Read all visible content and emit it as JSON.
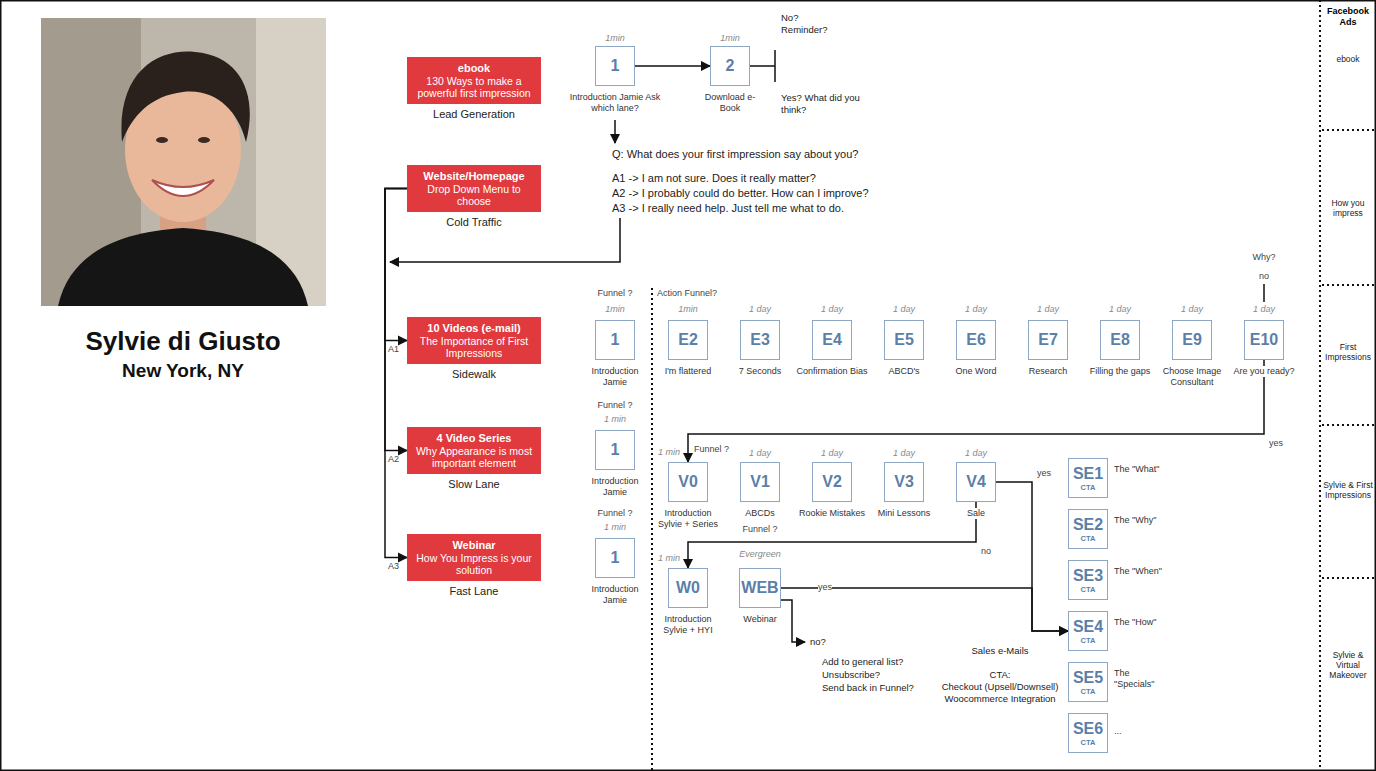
{
  "diagram": {
    "nodes": [
      {
        "text": [
          "ebook",
          "130 Ways to make a powerful first impression"
        ]
      },
      {
        "text": [
          "1"
        ]
      },
      {
        "text": [
          "2"
        ]
      },
      {
        "text": [
          "Website/Homepage",
          "Drop Down Menu to choose"
        ]
      },
      {
        "text": [
          "10 Videos (e-mail)",
          "The Importance of First Impressions"
        ]
      },
      {
        "text": [
          "1"
        ]
      },
      {
        "text": [
          "E2"
        ]
      },
      {
        "text": [
          "E3"
        ]
      },
      {
        "text": [
          "E4"
        ]
      },
      {
        "text": [
          "E5"
        ]
      },
      {
        "text": [
          "E6"
        ]
      },
      {
        "text": [
          "E7"
        ]
      },
      {
        "text": [
          "E8"
        ]
      },
      {
        "text": [
          "E9"
        ]
      },
      {
        "text": [
          "E10"
        ]
      },
      {
        "text": [
          "4 Video Series",
          "Why Appearance is most important element"
        ]
      },
      {
        "text": [
          "1"
        ]
      },
      {
        "text": [
          "V0"
        ]
      },
      {
        "text": [
          "V1"
        ]
      },
      {
        "text": [
          "V2"
        ]
      },
      {
        "text": [
          "V3"
        ]
      },
      {
        "text": [
          "V4"
        ]
      },
      {
        "text": [
          "SE1",
          "CTA"
        ]
      },
      {
        "text": [
          "SE2",
          "CTA"
        ]
      },
      {
        "text": [
          "SE3",
          "CTA"
        ]
      },
      {
        "text": [
          "SE4",
          "CTA"
        ]
      },
      {
        "text": [
          "SE5",
          "CTA"
        ]
      },
      {
        "text": [
          "SE6",
          "CTA"
        ]
      },
      {
        "text": [
          "Webinar",
          "How You Impress is your solution"
        ]
      },
      {
        "text": [
          "1"
        ]
      },
      {
        "text": [
          "W0"
        ]
      },
      {
        "text": [
          "WEB"
        ]
      }
    ],
    "edges": [
      {
        "from": 1,
        "to": 2,
        "arrow": "to"
      },
      {
        "from": 3,
        "to": 4,
        "label": "A1",
        "arrow": "to"
      },
      {
        "from": 3,
        "to": 15,
        "label": "A2",
        "arrow": "to"
      },
      {
        "from": 3,
        "to": 28,
        "label": "A3",
        "arrow": "to"
      },
      {
        "from": 14,
        "to": 17,
        "label": "yes",
        "arrow": "to"
      },
      {
        "from": 21,
        "to": 25,
        "label": "yes",
        "arrow": "to"
      },
      {
        "from": 21,
        "to": 30,
        "label": "no",
        "arrow": "to"
      },
      {
        "from": 31,
        "to": 25,
        "label": "yes",
        "arrow": "to"
      }
    ],
    "labels": [
      "Sylvie di Giusto",
      "New York, NY",
      "Lead Generation",
      "1min",
      "1min",
      "Introduction Jamie Ask which lane?",
      "Download e-Book",
      "No? Reminder?",
      "Yes? What did you think?",
      "Cold Traffic",
      "Q: What does your first impression say about you?",
      "A1 -> I am not sure. Does it really matter?",
      "A2 -> I probably could do better. How can I improve?",
      "A3 -> I really need help. Just tell me what to do.",
      "Sidewalk",
      "Funnel ?",
      "1min",
      "Action Funnel?",
      "1min",
      "1 day",
      "1 day",
      "1 day",
      "1 day",
      "1 day",
      "1 day",
      "1 day",
      "1 day",
      "Why?",
      "no",
      "Introduction Jamie",
      "I'm flattered",
      "7 Seconds",
      "Confirmation Bias",
      "ABCD's",
      "One Word",
      "Research",
      "Filling the gaps",
      "Choose Image Consultant",
      "Are you ready?",
      "Slow Lane",
      "Funnel ?",
      "1 min",
      "1 min",
      "Funnel ?",
      "1 day",
      "1 day",
      "1 day",
      "1 day",
      "Introduction Jamie",
      "Introduction Sylvie + Series",
      "ABCDs",
      "Rookie Mistakes",
      "Mini Lessons",
      "Sale",
      "The \"What\"",
      "The \"Why\"",
      "The \"When\"",
      "The \"How\"",
      "The \"Specials\"",
      "...",
      "Fast Lane",
      "Funnel ?",
      "1 min",
      "1 min",
      "Funnel ?",
      "Evergreen",
      "Introduction Jamie",
      "Introduction Sylvie + HYI",
      "Webinar",
      "no?",
      "Add to general list?",
      "Unsubscribe?",
      "Send back in Funnel?",
      "Sales e-Mails",
      "CTA:",
      "Checkout (Upsell/Downsell)",
      "Woocommerce Integration",
      "Facebook Ads",
      "ebook",
      "How you impress",
      "First Impressions",
      "Sylvie & First Impressions",
      "Sylvie & Virtual Makeover"
    ]
  }
}
